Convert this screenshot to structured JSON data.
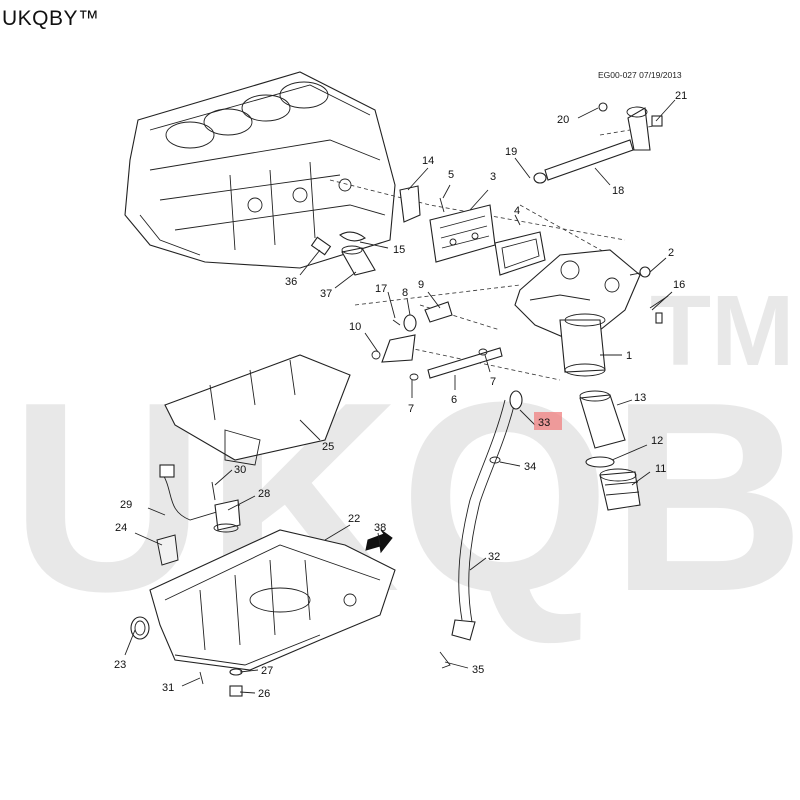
{
  "brand": {
    "label": "UKQBY™"
  },
  "diagram": {
    "ref_code": "EG00-027 07/19/2013",
    "highlight_color": "#f08080",
    "watermark": {
      "text": "UKQBY",
      "mark": "TM"
    },
    "callouts": [
      {
        "id": "c1",
        "label": "1"
      },
      {
        "id": "c2",
        "label": "2"
      },
      {
        "id": "c3",
        "label": "3"
      },
      {
        "id": "c4",
        "label": "4"
      },
      {
        "id": "c5",
        "label": "5"
      },
      {
        "id": "c6",
        "label": "6"
      },
      {
        "id": "c7a",
        "label": "7"
      },
      {
        "id": "c7b",
        "label": "7"
      },
      {
        "id": "c8",
        "label": "8"
      },
      {
        "id": "c9",
        "label": "9"
      },
      {
        "id": "c10",
        "label": "10"
      },
      {
        "id": "c11",
        "label": "11"
      },
      {
        "id": "c12",
        "label": "12"
      },
      {
        "id": "c13",
        "label": "13"
      },
      {
        "id": "c14",
        "label": "14"
      },
      {
        "id": "c15",
        "label": "15"
      },
      {
        "id": "c16",
        "label": "16"
      },
      {
        "id": "c17",
        "label": "17"
      },
      {
        "id": "c18",
        "label": "18"
      },
      {
        "id": "c19",
        "label": "19"
      },
      {
        "id": "c20",
        "label": "20"
      },
      {
        "id": "c21",
        "label": "21"
      },
      {
        "id": "c22",
        "label": "22"
      },
      {
        "id": "c23",
        "label": "23"
      },
      {
        "id": "c24",
        "label": "24"
      },
      {
        "id": "c25",
        "label": "25"
      },
      {
        "id": "c26",
        "label": "26"
      },
      {
        "id": "c27",
        "label": "27"
      },
      {
        "id": "c28",
        "label": "28"
      },
      {
        "id": "c29",
        "label": "29"
      },
      {
        "id": "c30",
        "label": "30"
      },
      {
        "id": "c31",
        "label": "31"
      },
      {
        "id": "c32",
        "label": "32"
      },
      {
        "id": "c33",
        "label": "33",
        "highlighted": true
      },
      {
        "id": "c34",
        "label": "34"
      },
      {
        "id": "c35",
        "label": "35"
      },
      {
        "id": "c36",
        "label": "36"
      },
      {
        "id": "c37",
        "label": "37"
      },
      {
        "id": "c38",
        "label": "38"
      }
    ]
  }
}
